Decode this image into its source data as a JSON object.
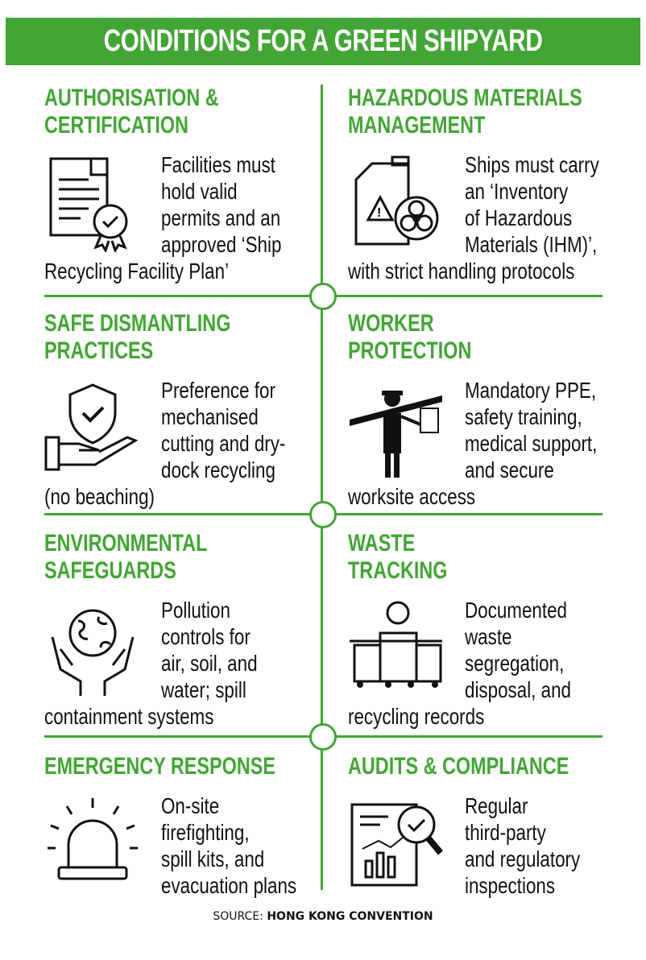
{
  "title": "CONDITIONS FOR A GREEN SHIPYARD",
  "accent_color": "#43a535",
  "sections": [
    {
      "title": [
        "AUTHORISATION &",
        "CERTIFICATION"
      ],
      "icon": "certificate-icon",
      "lines": [
        "Facilities must",
        "hold valid",
        "permits and an",
        "approved ‘Ship",
        "Recycling Facility Plan’"
      ]
    },
    {
      "title": [
        "HAZARDOUS MATERIALS",
        "MANAGEMENT"
      ],
      "icon": "hazard-canister-icon",
      "lines": [
        "Ships must carry",
        "an ‘Inventory",
        "of Hazardous",
        "Materials (IHM)’,",
        "with strict handling protocols"
      ]
    },
    {
      "title": [
        "SAFE DISMANTLING",
        "PRACTICES"
      ],
      "icon": "shield-hand-icon",
      "lines": [
        "Preference for",
        "mechanised",
        "cutting and dry-",
        "dock recycling",
        "(no beaching)"
      ]
    },
    {
      "title": [
        "WORKER",
        "PROTECTION"
      ],
      "icon": "worker-icon",
      "lines": [
        "Mandatory PPE,",
        "safety training,",
        "medical support,",
        "and secure",
        "worksite access"
      ]
    },
    {
      "title": [
        "ENVIRONMENTAL",
        "SAFEGUARDS"
      ],
      "icon": "globe-hands-icon",
      "lines": [
        "Pollution",
        "controls for",
        "air, soil, and",
        "water; spill",
        "containment systems"
      ]
    },
    {
      "title": [
        "WASTE",
        "TRACKING"
      ],
      "icon": "waste-bins-icon",
      "lines": [
        "Documented",
        "waste",
        "segregation,",
        "disposal, and",
        "recycling records"
      ]
    },
    {
      "title": [
        "EMERGENCY RESPONSE"
      ],
      "icon": "alarm-light-icon",
      "lines": [
        "On-site",
        "firefighting,",
        "spill kits, and",
        "evacuation plans"
      ]
    },
    {
      "title": [
        "AUDITS & COMPLIANCE"
      ],
      "icon": "audit-report-icon",
      "lines": [
        "Regular",
        "third-party",
        "and regulatory",
        "inspections"
      ]
    }
  ],
  "source": {
    "label": "SOURCE:",
    "value": "HONG KONG CONVENTION"
  }
}
